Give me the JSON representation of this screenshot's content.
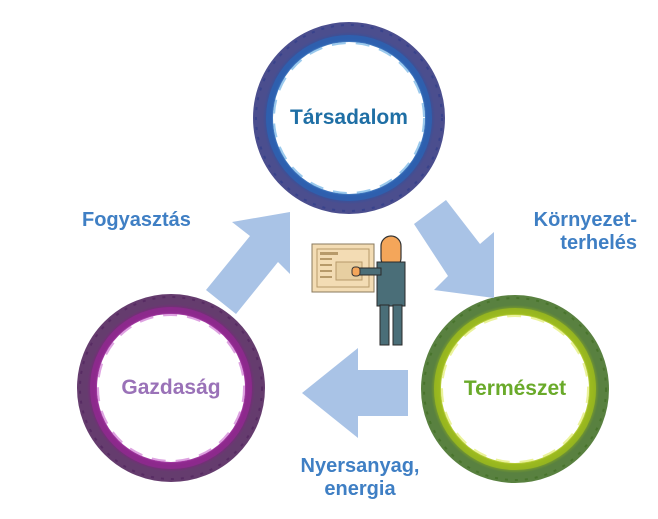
{
  "nodes": {
    "society": {
      "label": "Társadalom",
      "color": "#1f6fa5"
    },
    "economy": {
      "label": "Gazdaság",
      "color": "#9a72b8"
    },
    "nature": {
      "label": "Természet",
      "color": "#6aaa2a"
    }
  },
  "edges": {
    "consumption": {
      "label": "Fogyasztás"
    },
    "env_load": {
      "line1": "Környezet-",
      "line2": "terhelés"
    },
    "raw_materials": {
      "line1": "Nyersanyag,",
      "line2": "energia"
    }
  },
  "colors": {
    "edge_label": "#3f7fc4",
    "arrow": "#a9c3e6",
    "ring_society": "#2e62b0",
    "ring_economy": "#8e2a8e",
    "ring_nature": "#9ab81f"
  },
  "icons": {
    "figure": "person-holding-certificate-icon"
  }
}
